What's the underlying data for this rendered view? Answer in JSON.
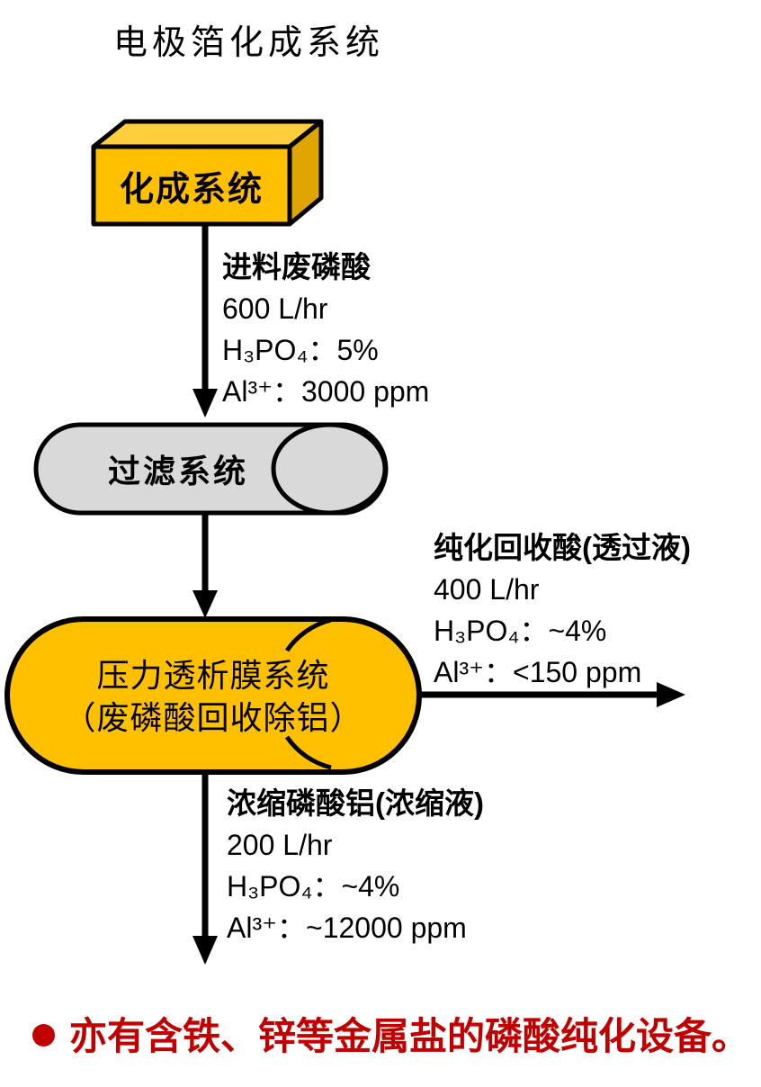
{
  "title": "电极箔化成系统",
  "nodes": {
    "formation": {
      "label": "化成系统",
      "shape": "3d-box"
    },
    "filter": {
      "label": "过滤系统",
      "shape": "horizontal-cylinder"
    },
    "membrane": {
      "lines": [
        "压力透析膜系统",
        "（废磷酸回收除铝）"
      ],
      "shape": "horizontal-cylinder"
    }
  },
  "streams": {
    "feed": {
      "lines": [
        "进料废磷酸",
        "600 L/hr",
        "H₃PO₄：5%",
        "Al³⁺：3000 ppm"
      ]
    },
    "permeate": {
      "lines": [
        "纯化回收酸(透过液)",
        "400 L/hr",
        "H₃PO₄：~4%",
        "Al³⁺：<150 ppm"
      ]
    },
    "concentrate": {
      "lines": [
        "浓缩磷酸铝(浓缩液)",
        "200 L/hr",
        "H₃PO₄：~4%",
        "Al³⁺：~12000 ppm"
      ]
    }
  },
  "footnote": {
    "bullet_icon": "red-filled-circle",
    "text": "亦有含铁、锌等金属盐的磷酸纯化设备。"
  },
  "colors": {
    "node_fill_orange": "#FFC000",
    "node_fill_orange_top": "#FFCE3D",
    "node_fill_orange_side": "#DFA500",
    "node_fill_gray": "#D9D9D9",
    "outline_black": "#000000",
    "footnote_red": "#C00000",
    "background": "#FFFFFF"
  }
}
